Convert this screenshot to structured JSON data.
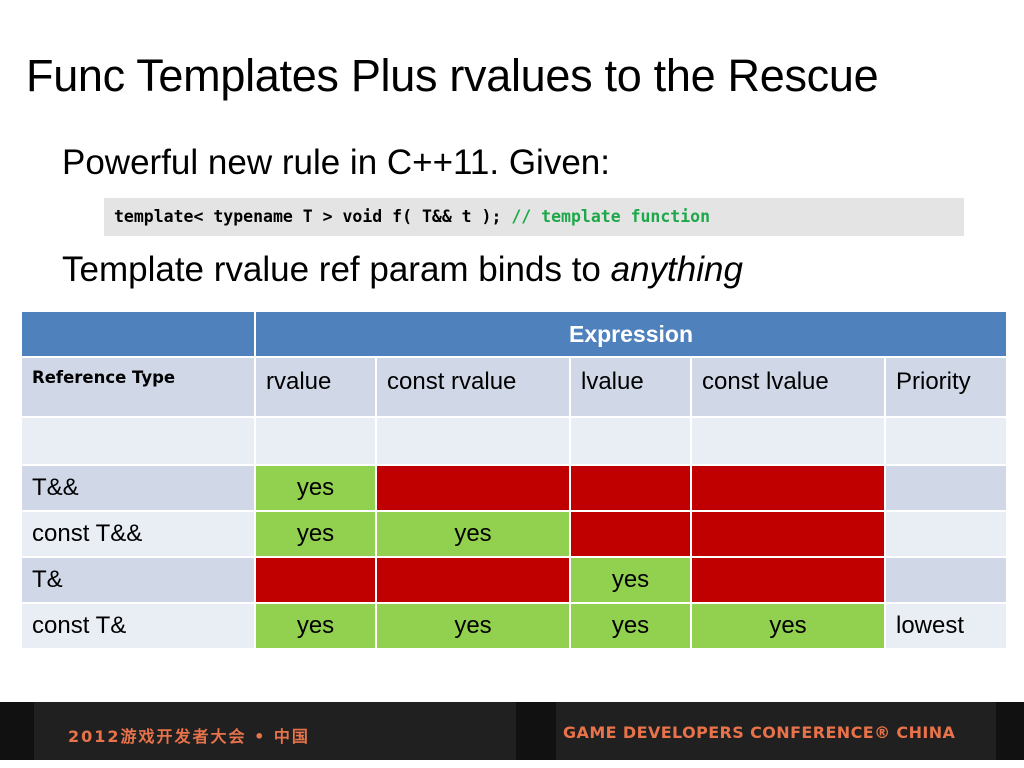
{
  "slide": {
    "title": "Func Templates Plus rvalues to the Rescue",
    "bullet1": "Powerful new rule in C++11. Given:",
    "code": {
      "main": "template< typename T > void f( T&& t ); ",
      "comment": "// template function"
    },
    "bullet2": {
      "text": "Template rvalue ref param binds to ",
      "emphasis": "anything"
    }
  },
  "table": {
    "header": "Expression",
    "ref_type_label": "Reference Type",
    "columns": [
      "rvalue",
      "const rvalue",
      "lvalue",
      "const lvalue",
      "Priority"
    ],
    "rows": [
      {
        "label": "T&&",
        "cells": [
          "yes",
          "",
          "",
          ""
        ],
        "binds": [
          true,
          false,
          false,
          false
        ],
        "priority": ""
      },
      {
        "label": "const T&&",
        "cells": [
          "yes",
          "yes",
          "",
          ""
        ],
        "binds": [
          true,
          true,
          false,
          false
        ],
        "priority": ""
      },
      {
        "label": "T&",
        "cells": [
          "",
          "",
          "yes",
          ""
        ],
        "binds": [
          false,
          false,
          true,
          false
        ],
        "priority": ""
      },
      {
        "label": "const T&",
        "cells": [
          "yes",
          "yes",
          "yes",
          "yes"
        ],
        "binds": [
          true,
          true,
          true,
          true
        ],
        "priority": "lowest"
      }
    ],
    "colors": {
      "yes": "#92d050",
      "no": "#c00000",
      "header": "#4f81bd"
    }
  },
  "footer": {
    "left": "2012游戏开发者大会 • 中国",
    "right": "GAME DEVELOPERS CONFERENCE® CHINA",
    "accent": "#e8734a"
  }
}
